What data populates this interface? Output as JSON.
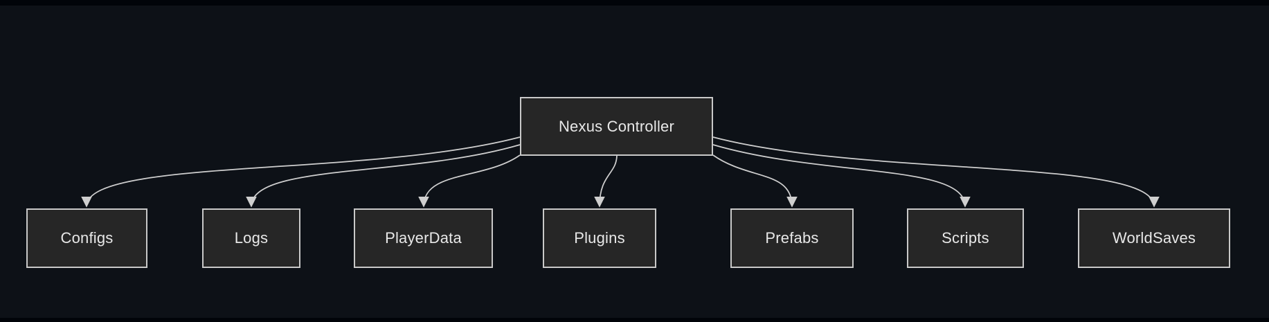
{
  "diagram": {
    "type": "flowchart",
    "direction": "top-down",
    "nodes": {
      "root": {
        "label": "Nexus Controller"
      },
      "children": [
        {
          "label": "Configs"
        },
        {
          "label": "Logs"
        },
        {
          "label": "PlayerData"
        },
        {
          "label": "Plugins"
        },
        {
          "label": "Prefabs"
        },
        {
          "label": "Scripts"
        },
        {
          "label": "WorldSaves"
        }
      ]
    },
    "edges": [
      {
        "from": "Nexus Controller",
        "to": "Configs"
      },
      {
        "from": "Nexus Controller",
        "to": "Logs"
      },
      {
        "from": "Nexus Controller",
        "to": "PlayerData"
      },
      {
        "from": "Nexus Controller",
        "to": "Plugins"
      },
      {
        "from": "Nexus Controller",
        "to": "Prefabs"
      },
      {
        "from": "Nexus Controller",
        "to": "Scripts"
      },
      {
        "from": "Nexus Controller",
        "to": "WorldSaves"
      }
    ]
  },
  "colors": {
    "page_background": "#010409",
    "canvas_background": "#0d1117",
    "node_fill": "#262626",
    "node_border": "#c9c9c9",
    "edge_stroke": "#cfcfcf",
    "arrowhead_fill": "#cfcfcf",
    "text": "#e8e8e8"
  }
}
